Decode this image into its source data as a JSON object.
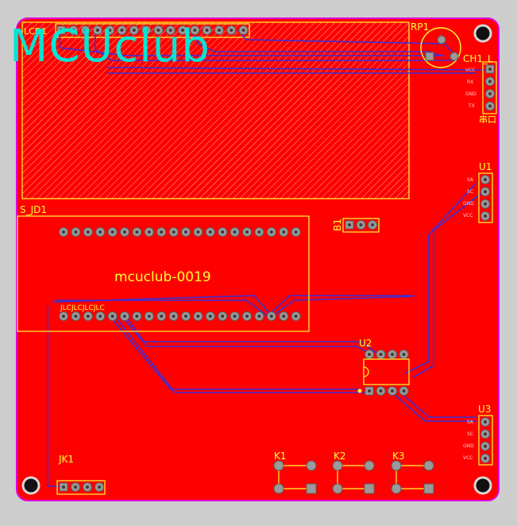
{
  "brand": "MCUclub",
  "board_label": "mcuclub-0019",
  "connector_label": "JLCJLCJLCJLC",
  "designators": {
    "lcd": "LCD1",
    "rp": "RP1",
    "ch": "CH1_L",
    "ch_sub": "串口",
    "u1": "U1",
    "u2": "U2",
    "u3": "U3",
    "sjd": "S_JD1",
    "b1": "B1",
    "jk1": "JK1",
    "k1": "K1",
    "k2": "K2",
    "k3": "K3"
  },
  "colors": {
    "background": "#cdcdcd",
    "board": "#ff0000",
    "outline": "#e000e0",
    "silk": "#ffff33",
    "trace": "#3a2fd8",
    "brand_text": "#00e6d2"
  }
}
